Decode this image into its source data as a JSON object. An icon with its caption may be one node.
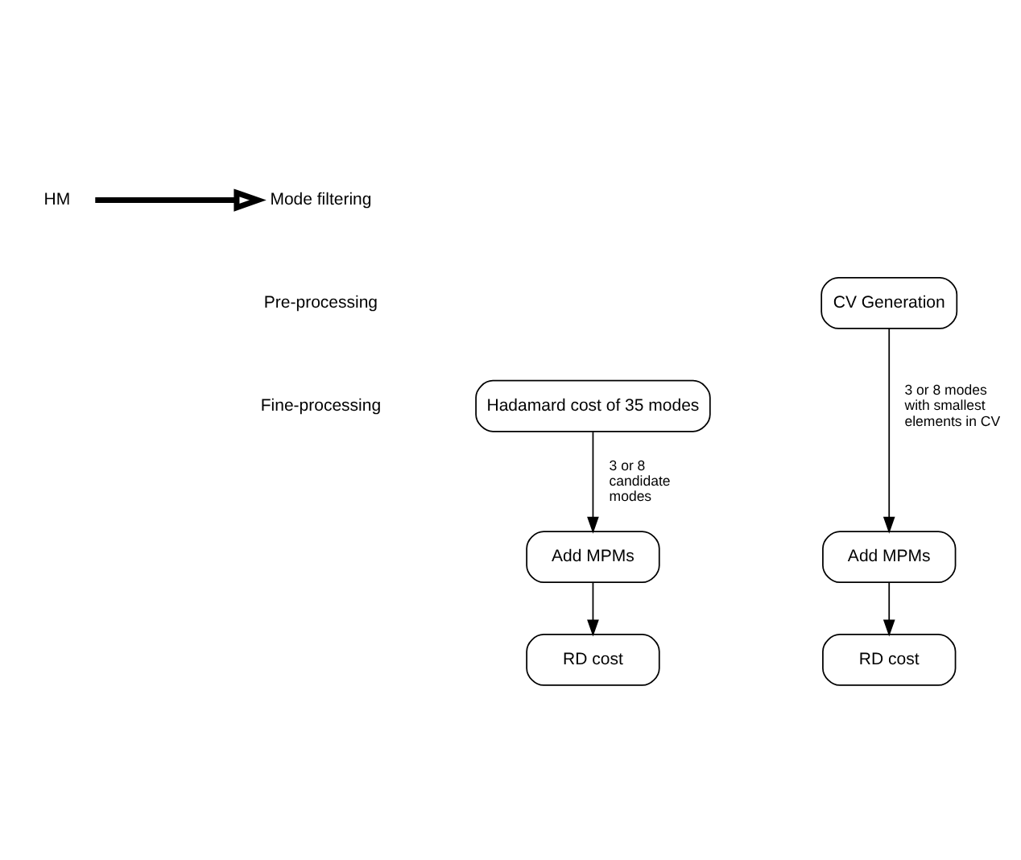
{
  "diagram": {
    "nodes": [
      {
        "text": [
          "HM"
        ]
      },
      {
        "text": [
          "Mode filtering"
        ]
      },
      {
        "text": [
          "CV Generation"
        ]
      },
      {
        "text": [
          "Hadamard cost of 35 modes"
        ]
      },
      {
        "text": [
          "Add MPMs"
        ]
      },
      {
        "text": [
          "RD cost"
        ]
      },
      {
        "text": [
          "Add MPMs"
        ]
      },
      {
        "text": [
          "RD cost"
        ]
      }
    ],
    "edges": [
      {
        "from": 0,
        "to": 1,
        "arrow": "to",
        "style": "thick"
      },
      {
        "from": 3,
        "to": 4,
        "arrow": "to",
        "label": "3 or 8 candidate modes"
      },
      {
        "from": 4,
        "to": 5,
        "arrow": "to"
      },
      {
        "from": 2,
        "to": 6,
        "arrow": "to",
        "label": "3 or 8 modes with smallest elements in CV"
      },
      {
        "from": 6,
        "to": 7,
        "arrow": "to"
      }
    ],
    "labels": [
      "Pre-processing",
      "Fine-processing"
    ]
  }
}
